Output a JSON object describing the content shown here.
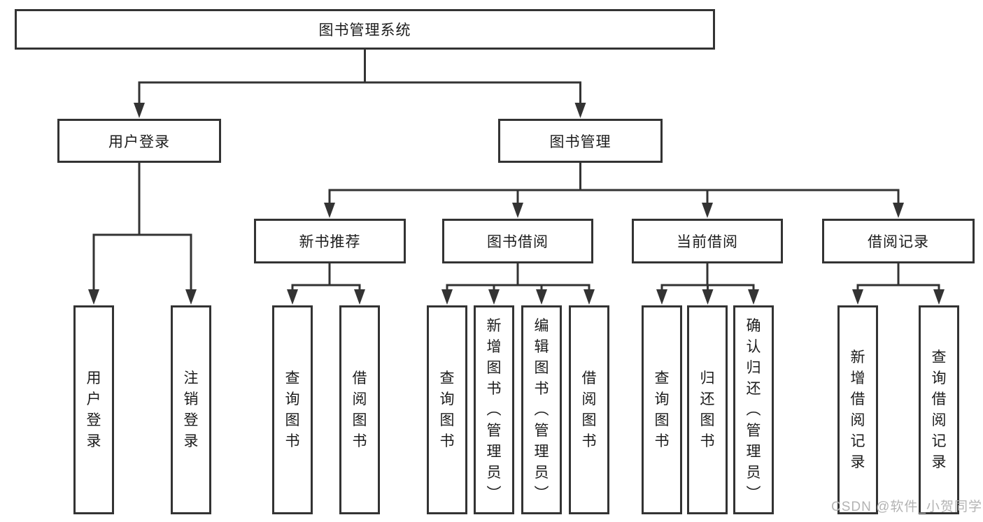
{
  "diagram": {
    "root": "图书管理系统",
    "branches": [
      {
        "label": "用户登录",
        "children": [
          {
            "label": "用户登录"
          },
          {
            "label": "注销登录"
          }
        ]
      },
      {
        "label": "图书管理",
        "children": [
          {
            "label": "新书推荐",
            "children": [
              {
                "label": "查询图书"
              },
              {
                "label": "借阅图书"
              }
            ]
          },
          {
            "label": "图书借阅",
            "children": [
              {
                "label": "查询图书"
              },
              {
                "label": "新增图书（管理员）"
              },
              {
                "label": "编辑图书（管理员）"
              },
              {
                "label": "借阅图书"
              }
            ]
          },
          {
            "label": "当前借阅",
            "children": [
              {
                "label": "查询图书"
              },
              {
                "label": "归还图书"
              },
              {
                "label": "确认归还（管理员）"
              }
            ]
          },
          {
            "label": "借阅记录",
            "children": [
              {
                "label": "新增借阅记录"
              },
              {
                "label": "查询借阅记录"
              }
            ]
          }
        ]
      }
    ]
  },
  "watermark": "CSDN @软件_小贺同学",
  "colors": {
    "line": "#333333",
    "text": "#1c1c1c",
    "watermark": "#b3b3b3",
    "background": "#ffffff"
  }
}
